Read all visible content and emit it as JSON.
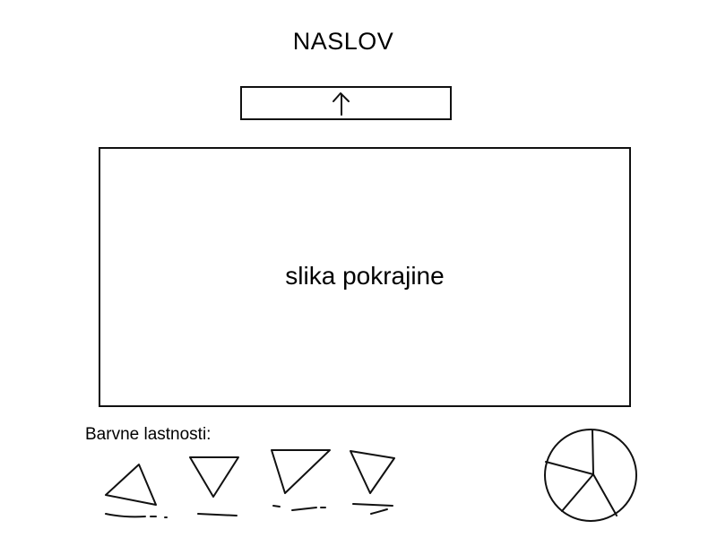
{
  "header": {
    "title": "NASLOV"
  },
  "upload": {
    "icon": "arrow-up-icon"
  },
  "image_area": {
    "placeholder": "slika pokrajine"
  },
  "color_properties": {
    "label": "Barvne lastnosti:",
    "swatches": [
      {
        "icon": "triangle-up-icon"
      },
      {
        "icon": "triangle-down-icon"
      },
      {
        "icon": "triangle-down-icon"
      },
      {
        "icon": "triangle-down-icon"
      }
    ]
  },
  "pie": {
    "icon": "pie-chart-icon"
  }
}
